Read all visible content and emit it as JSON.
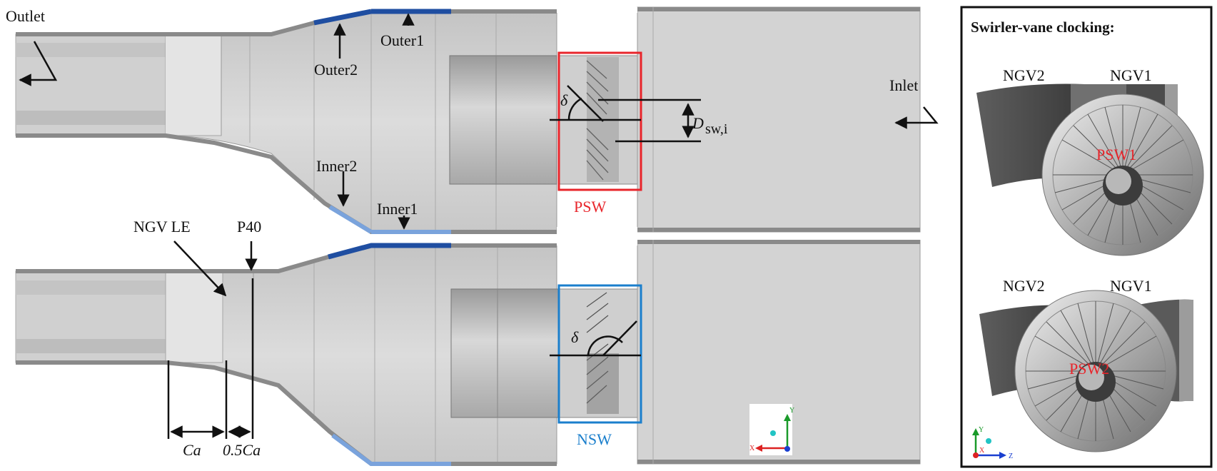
{
  "labels": {
    "outlet": "Outlet",
    "inlet": "Inlet",
    "outer1": "Outer1",
    "outer2": "Outer2",
    "inner1": "Inner1",
    "inner2": "Inner2",
    "ngv_le": "NGV LE",
    "p40": "P40",
    "ca": "Ca",
    "half_ca": "0.5Ca",
    "delta": "δ",
    "d_sw_main": "D",
    "d_sw_sub": "sw,i",
    "psw": "PSW",
    "nsw": "NSW"
  },
  "panel": {
    "title": "Swirler-vane clocking:",
    "top_left": "NGV2",
    "top_right": "NGV1",
    "top_swirler": "PSW1",
    "bottom_left": "NGV2",
    "bottom_right": "NGV1",
    "bottom_swirler": "PSW2"
  },
  "axes": {
    "main": {
      "y": "Y",
      "x": "X"
    },
    "panel": {
      "y": "Y",
      "x": "X",
      "z": "Z"
    }
  },
  "colors": {
    "surface": "#d6d6d6",
    "outer_highlight": "#1f4ea1",
    "inner_highlight": "#7aa3dc",
    "psw_box": "#e8252b",
    "nsw_box": "#1b7fcc"
  }
}
